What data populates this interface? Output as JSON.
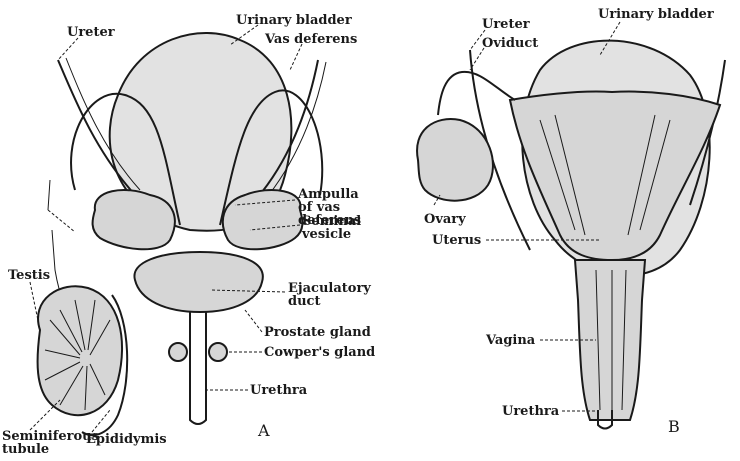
{
  "panels": {
    "a": "A",
    "b": "B"
  },
  "labels_a": {
    "ureter": "Ureter",
    "urinary_bladder": "Urinary bladder",
    "vas_deferens": "Vas deferens",
    "ampulla": "Ampulla of vas deferens",
    "seminal_vesicle": "Seminal vesicle",
    "ejaculatory_duct": "Ejaculatory duct",
    "prostate_gland": "Prostate gland",
    "cowpers_gland": "Cowper's gland",
    "urethra": "Urethra",
    "testis": "Testis",
    "seminiferous_tubule": "Seminiferous tubule",
    "epididymis": "Epididymis"
  },
  "labels_b": {
    "ureter": "Ureter",
    "oviduct": "Oviduct",
    "urinary_bladder": "Urinary bladder",
    "ovary": "Ovary",
    "uterus": "Uterus",
    "vagina": "Vagina",
    "urethra": "Urethra"
  }
}
